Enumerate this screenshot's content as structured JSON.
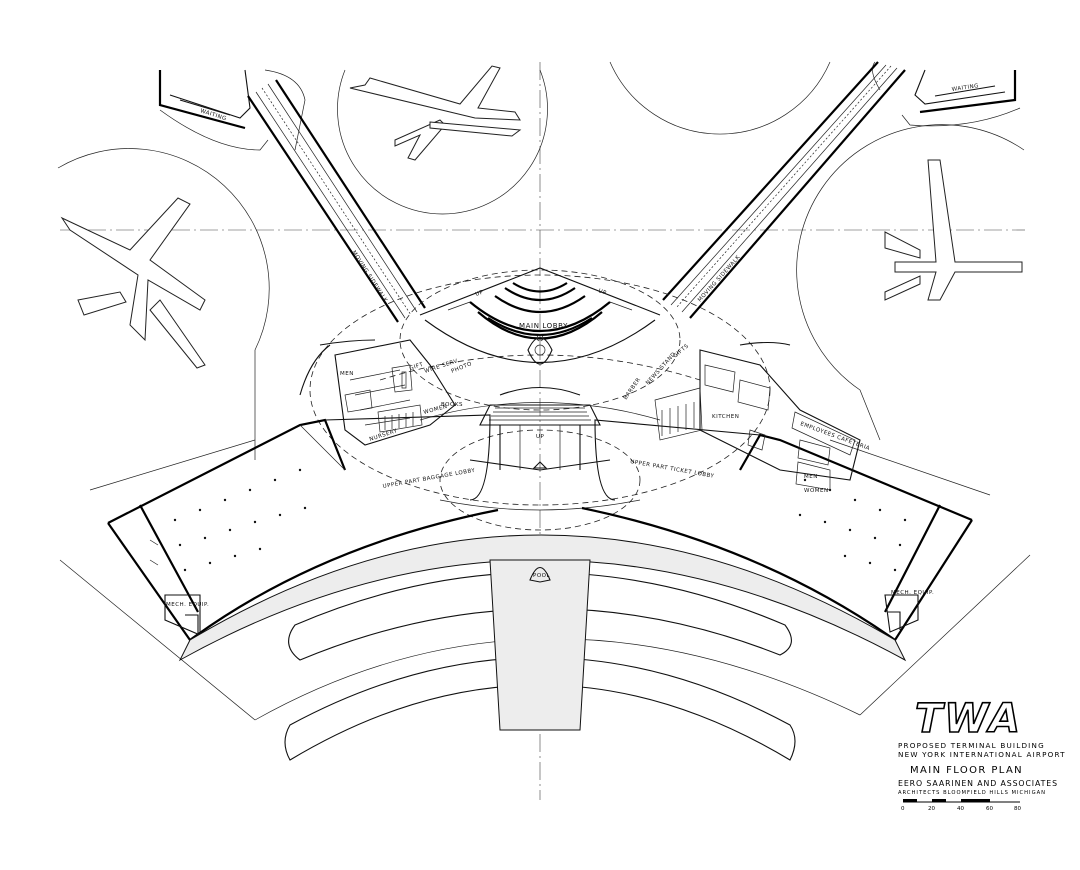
{
  "title_block": {
    "logo": "TWA",
    "line1": "PROPOSED TERMINAL BUILDING",
    "line2": "NEW YORK INTERNATIONAL AIRPORT",
    "sheet_title": "MAIN FLOOR PLAN",
    "firm": "EERO SAARINEN AND ASSOCIATES",
    "firm_sub": "ARCHITECTS  BLOOMFIELD HILLS  MICHIGAN",
    "scale_ticks": [
      "0",
      "20",
      "40",
      "60",
      "80"
    ]
  },
  "rooms": {
    "main_lobby": "MAIN LOBBY",
    "upper_baggage_lobby": "UPPER PART BAGGAGE LOBBY",
    "upper_ticket_lobby": "UPPER PART TICKET LOBBY",
    "pool": "POOL",
    "waiting_left": "WAITING",
    "waiting_right": "WAITING",
    "moving_sidewalk_left": "MOVING SIDEWALK",
    "moving_sidewalk_right": "MOVING SIDEWALK",
    "mech_equip_left": "MECH. EQUIP.",
    "mech_equip_right": "MECH. EQUIP.",
    "women_left": "WOMEN",
    "books": "BOOKS",
    "nursery": "NURSERY",
    "gift": "GIFT",
    "wire": "WIRE SERV.",
    "photo": "PHOTO",
    "barber": "BARBER",
    "news_stand": "NEWS STAND",
    "gifts_right": "GIFTS",
    "kitchen": "KITCHEN",
    "employees_cafeteria": "EMPLOYEES CAFETERIA",
    "men_right": "MEN",
    "women_right": "WOMEN",
    "men_left": "MEN",
    "up1": "UP",
    "up2": "UP",
    "up3": "UP"
  }
}
